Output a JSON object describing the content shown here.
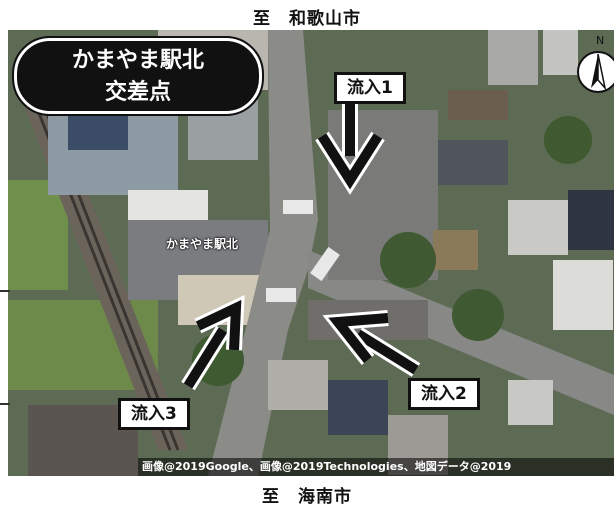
{
  "destinations": {
    "north": "至　和歌山市",
    "south": "至　海南市"
  },
  "title": {
    "line1": "かまやま駅北",
    "line2": "交差点"
  },
  "building_label": "かまやま駅北",
  "inflows": [
    {
      "label": "流入1"
    },
    {
      "label": "流入2"
    },
    {
      "label": "流入3"
    }
  ],
  "compass_label": "N",
  "copyright": "画像@2019Google、画像@2019Technologies、地図データ@2019",
  "colors": {
    "title_bg": "#111111",
    "arrow": "#111111",
    "callout_bg": "#ffffff"
  }
}
